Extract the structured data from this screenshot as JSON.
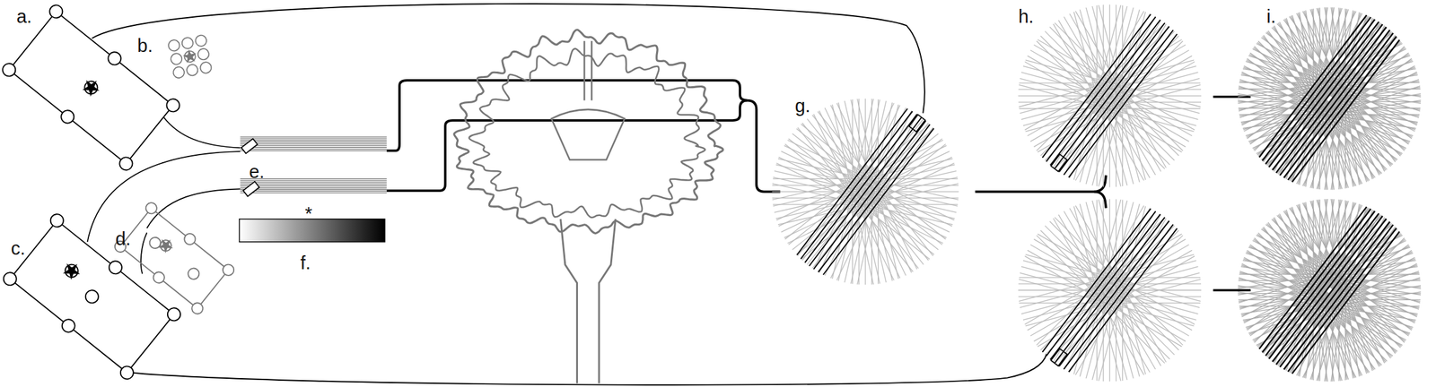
{
  "diagram": {
    "labels": [
      "a.",
      "b.",
      "c.",
      "d.",
      "e.",
      "*",
      "f.",
      "g.",
      "h.",
      "i."
    ]
  }
}
